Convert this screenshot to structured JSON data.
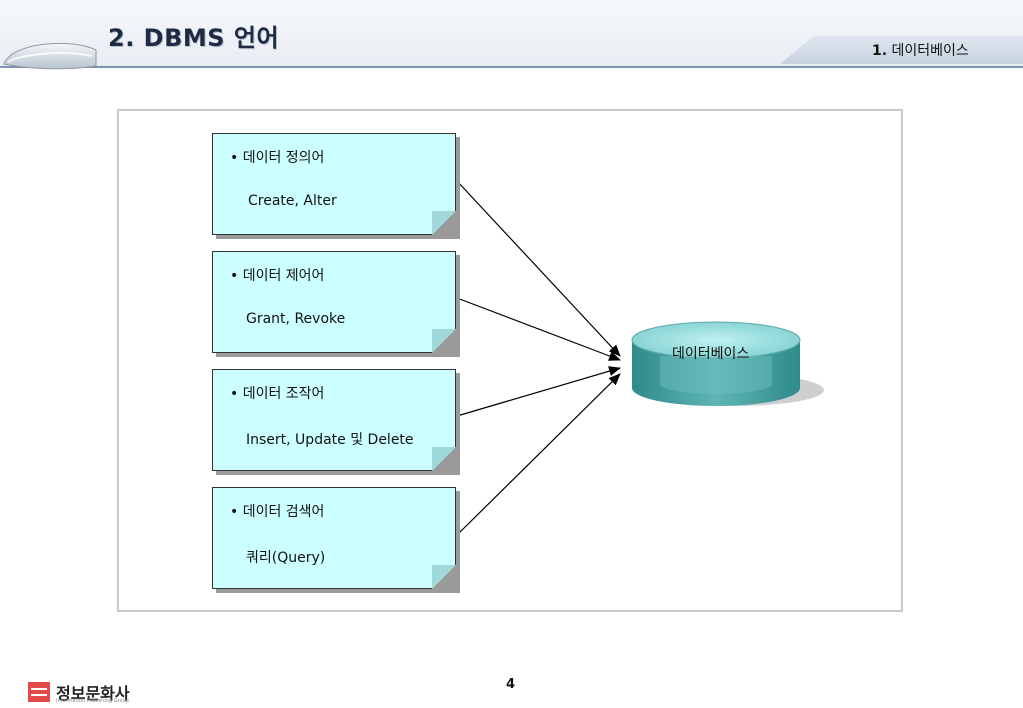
{
  "header": {
    "title": "2.  DBMS 언어",
    "section_number": "1.",
    "section_title": "데이터베이스"
  },
  "diagram": {
    "boxes": [
      {
        "heading": "• 데이터 정의어",
        "commands": "Create, Alter"
      },
      {
        "heading": "• 데이터 제어어",
        "commands": "Grant, Revoke"
      },
      {
        "heading": "• 데이터 조작어",
        "commands": "Insert, Update 및 Delete"
      },
      {
        "heading": "• 데이터 검색어",
        "commands": "쿼리(Query)"
      }
    ],
    "database_label": "데이터베이스",
    "colors": {
      "box_fill": "#ccffff",
      "database_top": "#7fd3d3",
      "database_body": "#3f9f9f"
    }
  },
  "footer": {
    "logo_text": "정보문화사",
    "logo_subtext": "Information Publishing Group",
    "page_number": "4"
  }
}
